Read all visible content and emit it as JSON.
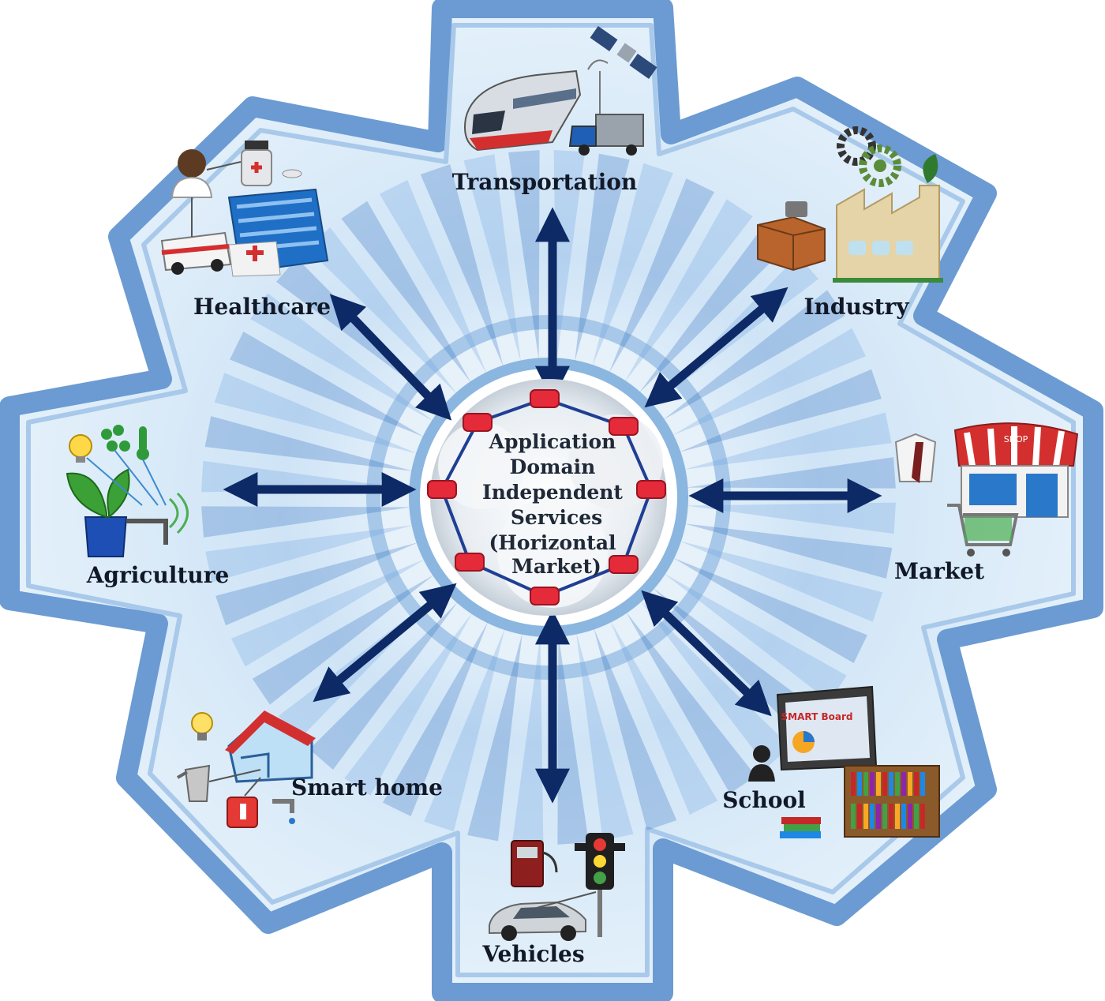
{
  "center": {
    "lines": [
      "Application",
      "Domain",
      "Independent",
      "Services",
      "(Horizontal",
      "Market)"
    ]
  },
  "domains": {
    "transportation": "Transportation",
    "healthcare": "Healthcare",
    "industry": "Industry",
    "agriculture": "Agriculture",
    "market": "Market",
    "smart_home": "Smart home",
    "school": "School",
    "vehicles": "Vehicles"
  },
  "icons": {
    "transportation": [
      "train-icon",
      "satellite-icon",
      "truck-icon"
    ],
    "healthcare": [
      "doctor-icon",
      "medicine-bottle-icon",
      "hospital-icon",
      "ambulance-icon"
    ],
    "industry": [
      "gears-icon",
      "factory-icon",
      "box-icon"
    ],
    "agriculture": [
      "plant-pot-icon",
      "lightbulb-icon",
      "thermometer-icon"
    ],
    "market": [
      "shop-icon",
      "shirt-icon",
      "shopping-cart-icon"
    ],
    "smart_home": [
      "house-icon",
      "lightbulb-icon",
      "kettle-icon",
      "fire-alarm-icon"
    ],
    "school": [
      "smartboard-icon",
      "teacher-icon",
      "bookshelf-icon"
    ],
    "vehicles": [
      "car-icon",
      "fuel-pump-icon",
      "traffic-light-icon"
    ]
  },
  "small_text": {
    "shop_sign": "SHOP",
    "board_brand": "SMART Board"
  },
  "colors": {
    "gear_border": "#6b9bd2",
    "gear_fill": "#dcecf8",
    "arrow": "#0d2a66",
    "node": "#e52a3a"
  }
}
